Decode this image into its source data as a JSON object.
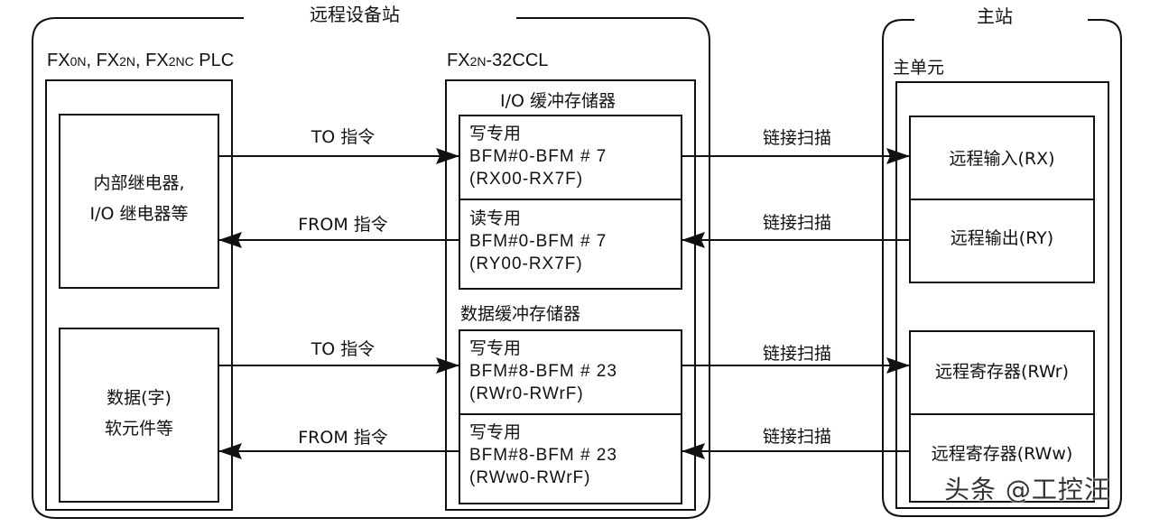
{
  "remote_station": {
    "title": "远程设备站",
    "plc": {
      "label_parts": [
        "FX",
        "0N",
        ", FX",
        "2N",
        ", FX",
        "2NC",
        " PLC"
      ],
      "relay_box": {
        "line1": "内部继电器,",
        "line2": "I/O 继电器等"
      },
      "data_box": {
        "line1": "数据(字)",
        "line2": "软元件等"
      }
    },
    "module": {
      "label_parts": [
        "FX",
        "2N",
        "-32CCL"
      ],
      "io_buffer_title": "I/O 缓冲存储器",
      "data_buffer_title": "数据缓冲存储器",
      "cells": [
        {
          "mode": "写专用",
          "range": "BFM#0-BFM # 7",
          "devices": "(RX00-RX7F)"
        },
        {
          "mode": "读专用",
          "range": "BFM#0-BFM # 7",
          "devices": "(RY00-RX7F)"
        },
        {
          "mode": "写专用",
          "range": "BFM#8-BFM # 23",
          "devices": "(RWr0-RWrF)"
        },
        {
          "mode": "写专用",
          "range": "BFM#8-BFM # 23",
          "devices": "(RWw0-RWrF)"
        }
      ]
    }
  },
  "master_station": {
    "title": "主站",
    "unit_label": "主单元",
    "cells": [
      {
        "label": "远程输入(RX)"
      },
      {
        "label": "远程输出(RY)"
      },
      {
        "label": "远程寄存器(RWr)"
      },
      {
        "label": "远程寄存器(RWw)"
      }
    ]
  },
  "arrows": {
    "plc_to_module": [
      {
        "label": "TO 指令",
        "direction": "right"
      },
      {
        "label": "FROM 指令",
        "direction": "left"
      },
      {
        "label": "TO 指令",
        "direction": "right"
      },
      {
        "label": "FROM 指令",
        "direction": "left"
      }
    ],
    "module_to_master": [
      {
        "label": "链接扫描",
        "direction": "right"
      },
      {
        "label": "链接扫描",
        "direction": "left"
      },
      {
        "label": "链接扫描",
        "direction": "right"
      },
      {
        "label": "链接扫描",
        "direction": "left"
      }
    ]
  },
  "watermark": "头条 @工控汪"
}
